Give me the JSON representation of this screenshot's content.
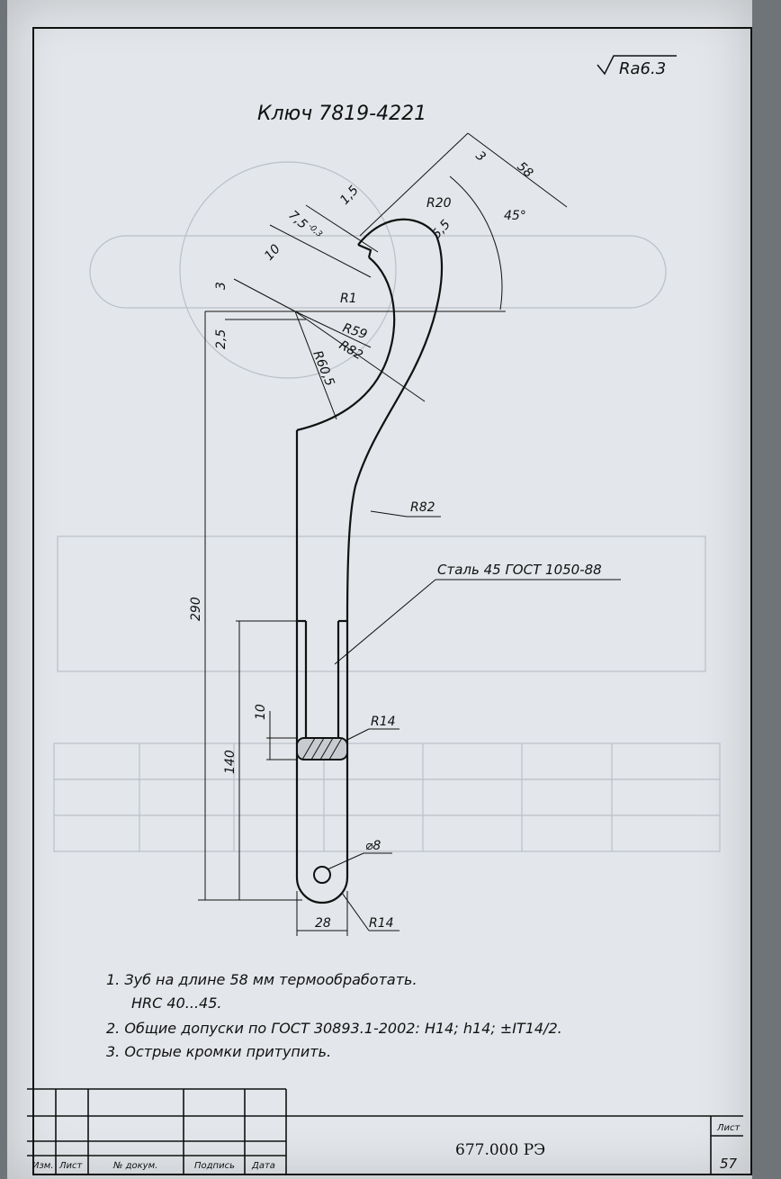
{
  "roughness": "Ra6.3",
  "title": "Ключ 7819-4221",
  "dimensions": {
    "d58": "58",
    "d3_top": "3",
    "d45": "45°",
    "r20": "R20",
    "d5_5": "5,5",
    "d1_5": "1,5",
    "d7_5": "7,5",
    "tol7_5": "-0,3",
    "d10": "10",
    "d3_left": "3",
    "d2_5": "2,5",
    "r1": "R1",
    "r59": "R59",
    "r82a": "R82",
    "r60_5": "R60,5",
    "r82b": "R82",
    "d290": "290",
    "d140": "140",
    "d10b": "10",
    "r14a": "R14",
    "hole": "⌀8",
    "d28": "28",
    "r14b": "R14"
  },
  "material": "Сталь 45 ГОСТ 1050-88",
  "notes": [
    "1. Зуб на длине 58 мм термообработать.",
    "HRC 40...45.",
    "2. Общие допуски по ГОСТ 30893.1-2002: H14; h14; ±IT14/2.",
    "3. Острые кромки притупить."
  ],
  "title_block": {
    "izm": "Изм.",
    "list": "Лист",
    "n_dokum": "№ докум.",
    "podpis": "Подпись",
    "data": "Дата",
    "designation": "677.000 РЭ",
    "sheet_label": "Лист",
    "sheet_number": "57"
  },
  "colors": {
    "paper": "#e3e6ea",
    "ink": "#111111",
    "ghost": "#b9c0c8"
  }
}
